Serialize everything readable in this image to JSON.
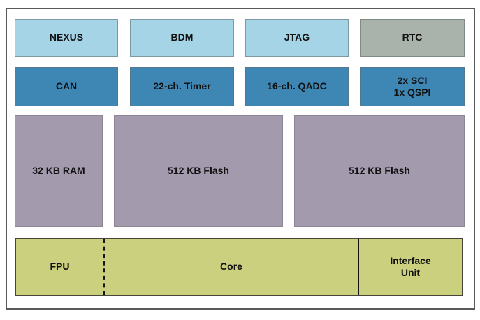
{
  "colors": {
    "light_blue": "#a5d4e7",
    "steel_blue": "#3e87b5",
    "sage_gray": "#a9b3ac",
    "mauve": "#a39aad",
    "olive_green": "#cbd07e",
    "frame_border": "#595959",
    "text": "#111111"
  },
  "rows": {
    "debug": [
      {
        "label": "NEXUS"
      },
      {
        "label": "BDM"
      },
      {
        "label": "JTAG"
      },
      {
        "label": "RTC"
      }
    ],
    "peripherals": [
      {
        "label": "CAN"
      },
      {
        "label": "22-ch. Timer"
      },
      {
        "label": "16-ch. QADC"
      },
      {
        "label": "2x SCI\n1x QSPI"
      }
    ],
    "memory": [
      {
        "label": "32 KB RAM"
      },
      {
        "label": "512 KB Flash"
      },
      {
        "label": "512 KB Flash"
      }
    ],
    "core": [
      {
        "label": "FPU"
      },
      {
        "label": "Core"
      },
      {
        "label": "Interface\nUnit"
      }
    ]
  }
}
